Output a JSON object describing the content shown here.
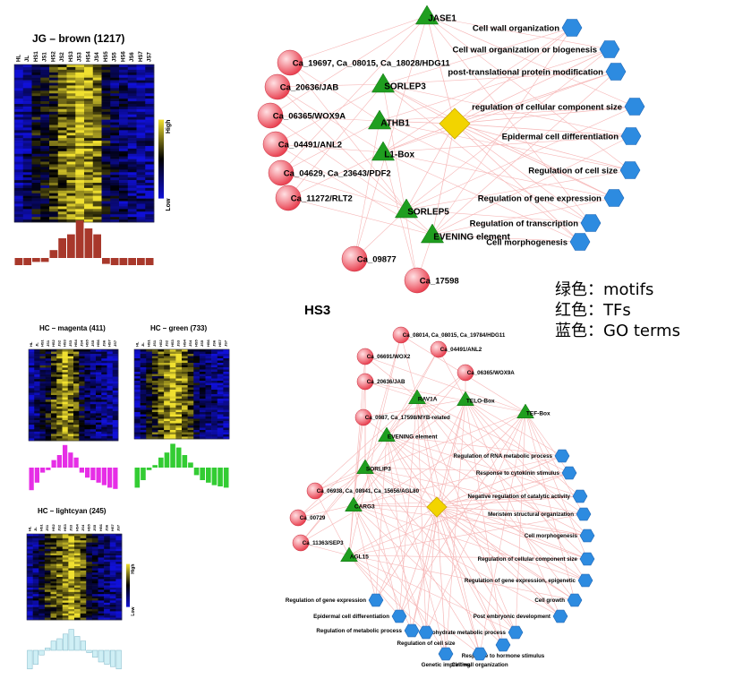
{
  "legend": [
    "绿色：motifs",
    "红色：TFs",
    "蓝色：GO terms"
  ],
  "heatmap_cols": [
    "HL",
    "JL",
    "HS1",
    "JS1",
    "HS2",
    "JS2",
    "HS3",
    "JS3",
    "HS4",
    "JS4",
    "HS5",
    "JS5",
    "HS6",
    "JS6",
    "HS7",
    "JS7"
  ],
  "colorbar": {
    "high": "High",
    "low": "Low"
  },
  "colors": {
    "low": "#1010d8",
    "mid": "#000000",
    "high": "#f0e030",
    "edge": "#f6b6b6",
    "motif": "#1f9e1f",
    "tf": "#e83a4a",
    "go": "#2d8be0",
    "hub": "#f2d400"
  },
  "modules": [
    {
      "id": "brown",
      "title": "JG – brown (1217)",
      "bar_color": "#a8382b",
      "profile": [
        -0.8,
        -0.6,
        -0.1,
        -0.1,
        0.2,
        0.5,
        0.6,
        0.95,
        0.75,
        0.6,
        -0.15,
        -0.4,
        -0.5,
        -0.6,
        -0.7,
        -0.8
      ]
    },
    {
      "id": "magenta",
      "title": "HC – magenta (411)",
      "bar_color": "#e62ee6",
      "profile": [
        -0.9,
        -0.6,
        -0.2,
        -0.1,
        0.3,
        0.5,
        0.9,
        0.6,
        0.4,
        -0.2,
        -0.4,
        -0.5,
        -0.6,
        -0.7,
        -0.8,
        -0.85
      ]
    },
    {
      "id": "green",
      "title": "HC – green (733)",
      "bar_color": "#33cc33",
      "profile": [
        -0.8,
        -0.5,
        -0.1,
        0.1,
        0.4,
        0.6,
        0.95,
        0.8,
        0.5,
        0.2,
        -0.3,
        -0.5,
        -0.6,
        -0.7,
        -0.75,
        -0.8
      ]
    },
    {
      "id": "lightcyan",
      "title": "HC – lightcyan (245)",
      "bar_color": "#cfeff5",
      "profile": [
        -0.8,
        -0.6,
        -0.2,
        0.1,
        0.4,
        0.5,
        0.7,
        0.9,
        0.6,
        0.4,
        -0.1,
        -0.3,
        -0.5,
        -0.6,
        -0.7,
        -0.8
      ]
    }
  ],
  "network1": {
    "motifs": [
      "JASE1",
      "SORLEP3",
      "ATHB1",
      "L1-Box",
      "SORLEP5",
      "EVENING element"
    ],
    "tfs": [
      "Ca_19697, Ca_08015, Ca_18028/HDG11",
      "Ca_20636/JAB",
      "Ca_06365/WOX9A",
      "Ca_04491/ANL2",
      "Ca_04629, Ca_23643/PDF2",
      "Ca_11272/RLT2",
      "Ca_09877",
      "Ca_17598"
    ],
    "go": [
      "Cell wall organization",
      "Cell wall organization or biogenesis",
      "post-translational protein modification",
      "regulation of cellular component size",
      "Epidermal cell differentiation",
      "Regulation of cell size",
      "Regulation of gene expression",
      "Regulation of transcription",
      "Cell morphogenesis"
    ]
  },
  "network2": {
    "title": "HS3",
    "motifs": [
      "RAV1A",
      "TELO-Box",
      "TEF-Box",
      "EVENING element",
      "SORLIP3",
      "CARG3",
      "AGL15"
    ],
    "tfs": [
      "Ca_08014, Ca_08015, Ca_19784/HDG11",
      "Ca_04491/ANL2",
      "Ca_06691/WOX2",
      "Ca_06365/WOX9A",
      "Ca_20636/JAB",
      "Ca_0987, Ca_17598/MYB-related",
      "Ca_06938, Ca_08941, Ca_15656/AGL80",
      "Ca_00729",
      "Ca_11363/SEP3"
    ],
    "go": [
      "Regulation of RNA metabolic process",
      "Response to cytokinin stimulus",
      "Negative regulation of catalytic activity",
      "Meristem structural organization",
      "Cell morphogenesis",
      "Regulation of cellular component size",
      "Regulation of gene expression, epigenetic",
      "Cell growth",
      "Post embryonic development",
      "Carbohydrate metabolic process",
      "Response to hormone stimulus",
      "Cell wall organization",
      "Genetic imprinting",
      "Regulation of cell size",
      "Regulation of metabolic process",
      "Epidermal cell differentiation",
      "Regulation of gene expression"
    ]
  }
}
